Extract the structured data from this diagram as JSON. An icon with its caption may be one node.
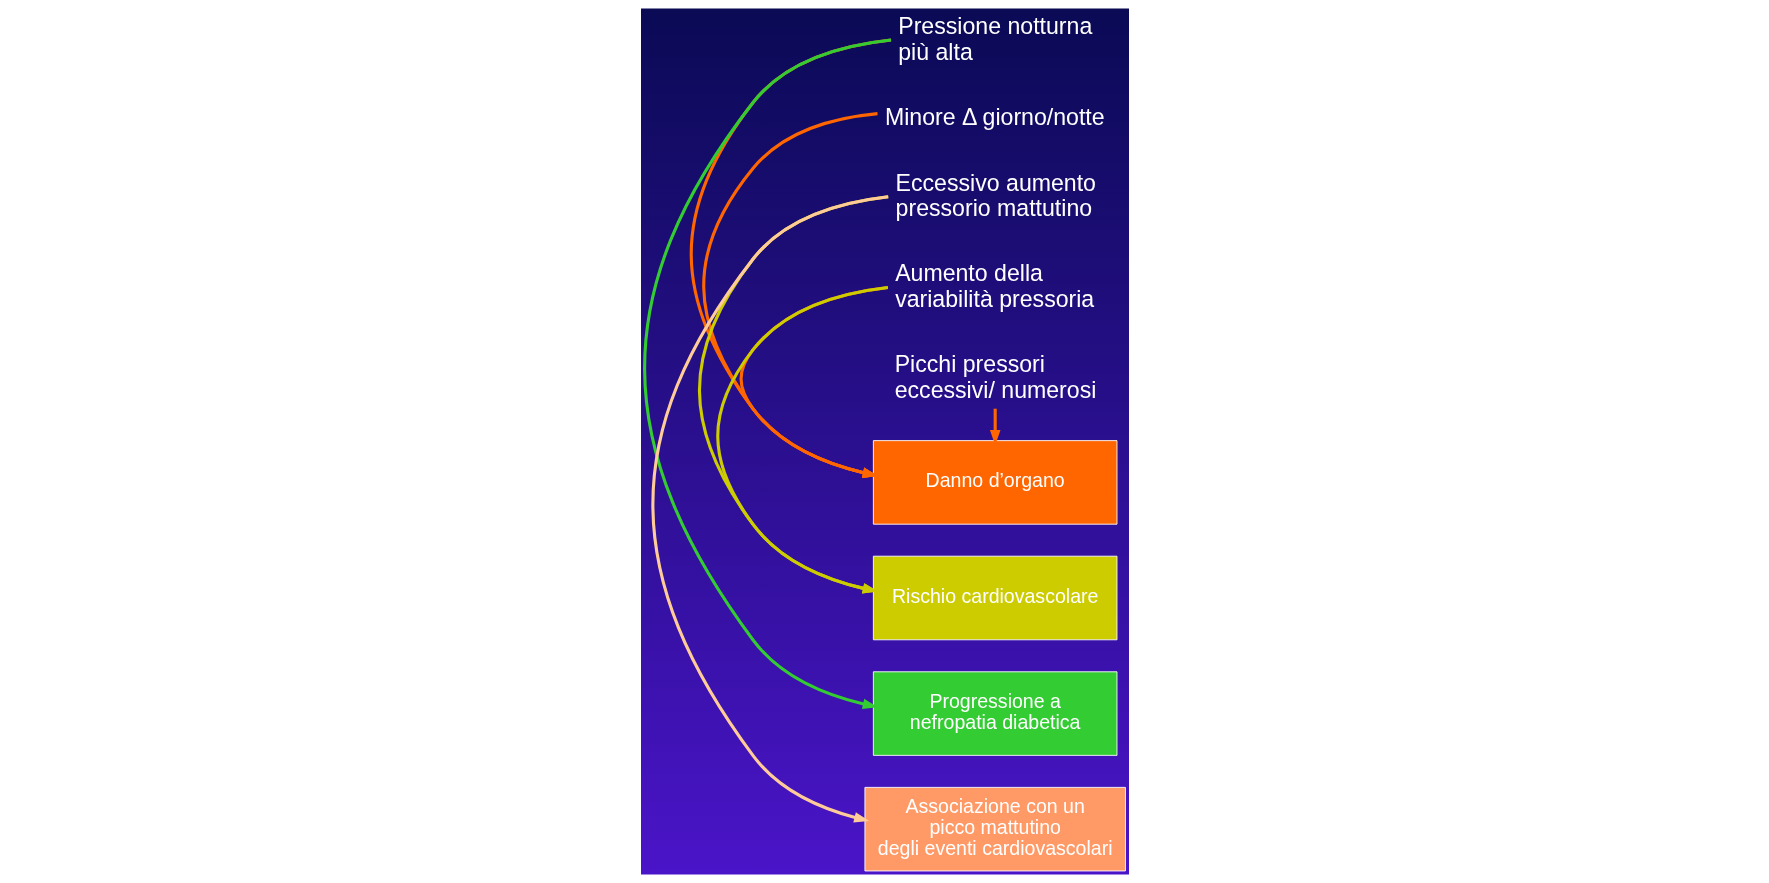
{
  "diagram": {
    "nodes": [
      {
        "text": [
          "Pressione notturna più alta"
        ]
      },
      {
        "text": [
          "Minore Δ giorno/notte"
        ]
      },
      {
        "text": [
          "Eccessivo aumento pressorio mattutino"
        ]
      },
      {
        "text": [
          "Aumento della variabilità pressoria"
        ]
      },
      {
        "text": [
          "Picchi pressori eccessivi/ numerosi"
        ]
      },
      {
        "text": [
          "Danno d’organo"
        ]
      },
      {
        "text": [
          "Rischio cardiovascolare"
        ]
      },
      {
        "text": [
          "Progressione a nefropatia diabetica"
        ]
      },
      {
        "text": [
          "Associazione con un picco mattutino degli eventi cardiovascolari"
        ]
      }
    ],
    "edges": [
      {
        "from": 0,
        "to": 5,
        "arrow": "to"
      },
      {
        "from": 0,
        "to": 7,
        "arrow": "to",
        "color": "#33cc33"
      },
      {
        "from": 1,
        "to": 5,
        "arrow": "to"
      },
      {
        "from": 2,
        "to": 6,
        "arrow": "to",
        "color": "#cccc00"
      },
      {
        "from": 2,
        "to": 8,
        "arrow": "to",
        "color": "#ffcc99"
      },
      {
        "from": 3,
        "to": 5,
        "arrow": "to"
      },
      {
        "from": 3,
        "to": 6,
        "arrow": "to",
        "color": "#cccc00"
      },
      {
        "from": 4,
        "to": 5,
        "arrow": "to"
      }
    ]
  }
}
